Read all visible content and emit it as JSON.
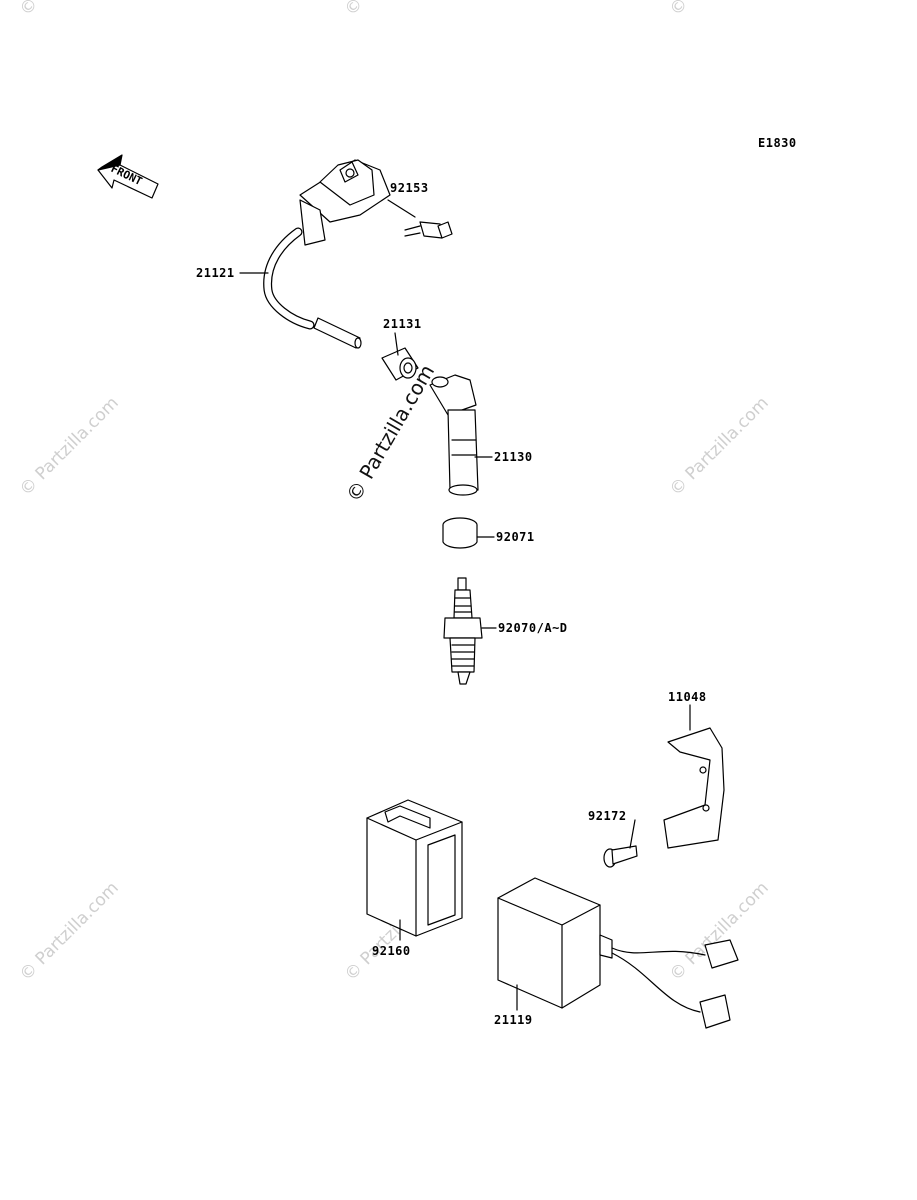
{
  "diagram_code": "E1830",
  "front_label": "FRONT",
  "watermark_text": "© Partzilla.com",
  "parts": {
    "p92153": "92153",
    "p21121": "21121",
    "p21131": "21131",
    "p21130": "21130",
    "p92071": "92071",
    "p92070": "92070/A~D",
    "p11048": "11048",
    "p92172": "92172",
    "p92160": "92160",
    "p21119": "21119"
  },
  "colors": {
    "line": "#000000",
    "watermark": "#cfcfcf"
  }
}
